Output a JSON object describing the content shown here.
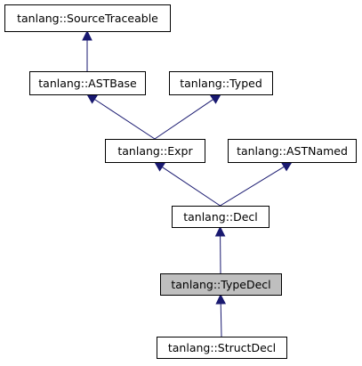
{
  "diagram": {
    "title": "",
    "nodes": [
      {
        "id": "source_traceable",
        "label": "tanlang::SourceTraceable",
        "highlighted": false
      },
      {
        "id": "ast_base",
        "label": "tanlang::ASTBase",
        "highlighted": false
      },
      {
        "id": "typed",
        "label": "tanlang::Typed",
        "highlighted": false
      },
      {
        "id": "expr",
        "label": "tanlang::Expr",
        "highlighted": false
      },
      {
        "id": "ast_named",
        "label": "tanlang::ASTNamed",
        "highlighted": false
      },
      {
        "id": "decl",
        "label": "tanlang::Decl",
        "highlighted": false
      },
      {
        "id": "type_decl",
        "label": "tanlang::TypeDecl",
        "highlighted": true
      },
      {
        "id": "struct_decl",
        "label": "tanlang::StructDecl",
        "highlighted": false
      }
    ],
    "edges": [
      {
        "from": "ast_base",
        "to": "source_traceable"
      },
      {
        "from": "expr",
        "to": "ast_base"
      },
      {
        "from": "expr",
        "to": "typed"
      },
      {
        "from": "decl",
        "to": "expr"
      },
      {
        "from": "decl",
        "to": "ast_named"
      },
      {
        "from": "type_decl",
        "to": "decl"
      },
      {
        "from": "struct_decl",
        "to": "type_decl"
      }
    ],
    "colors": {
      "edge": "#191970",
      "highlight_fill": "#bfbfbf",
      "box_fill": "#ffffff",
      "border": "#000000"
    }
  }
}
